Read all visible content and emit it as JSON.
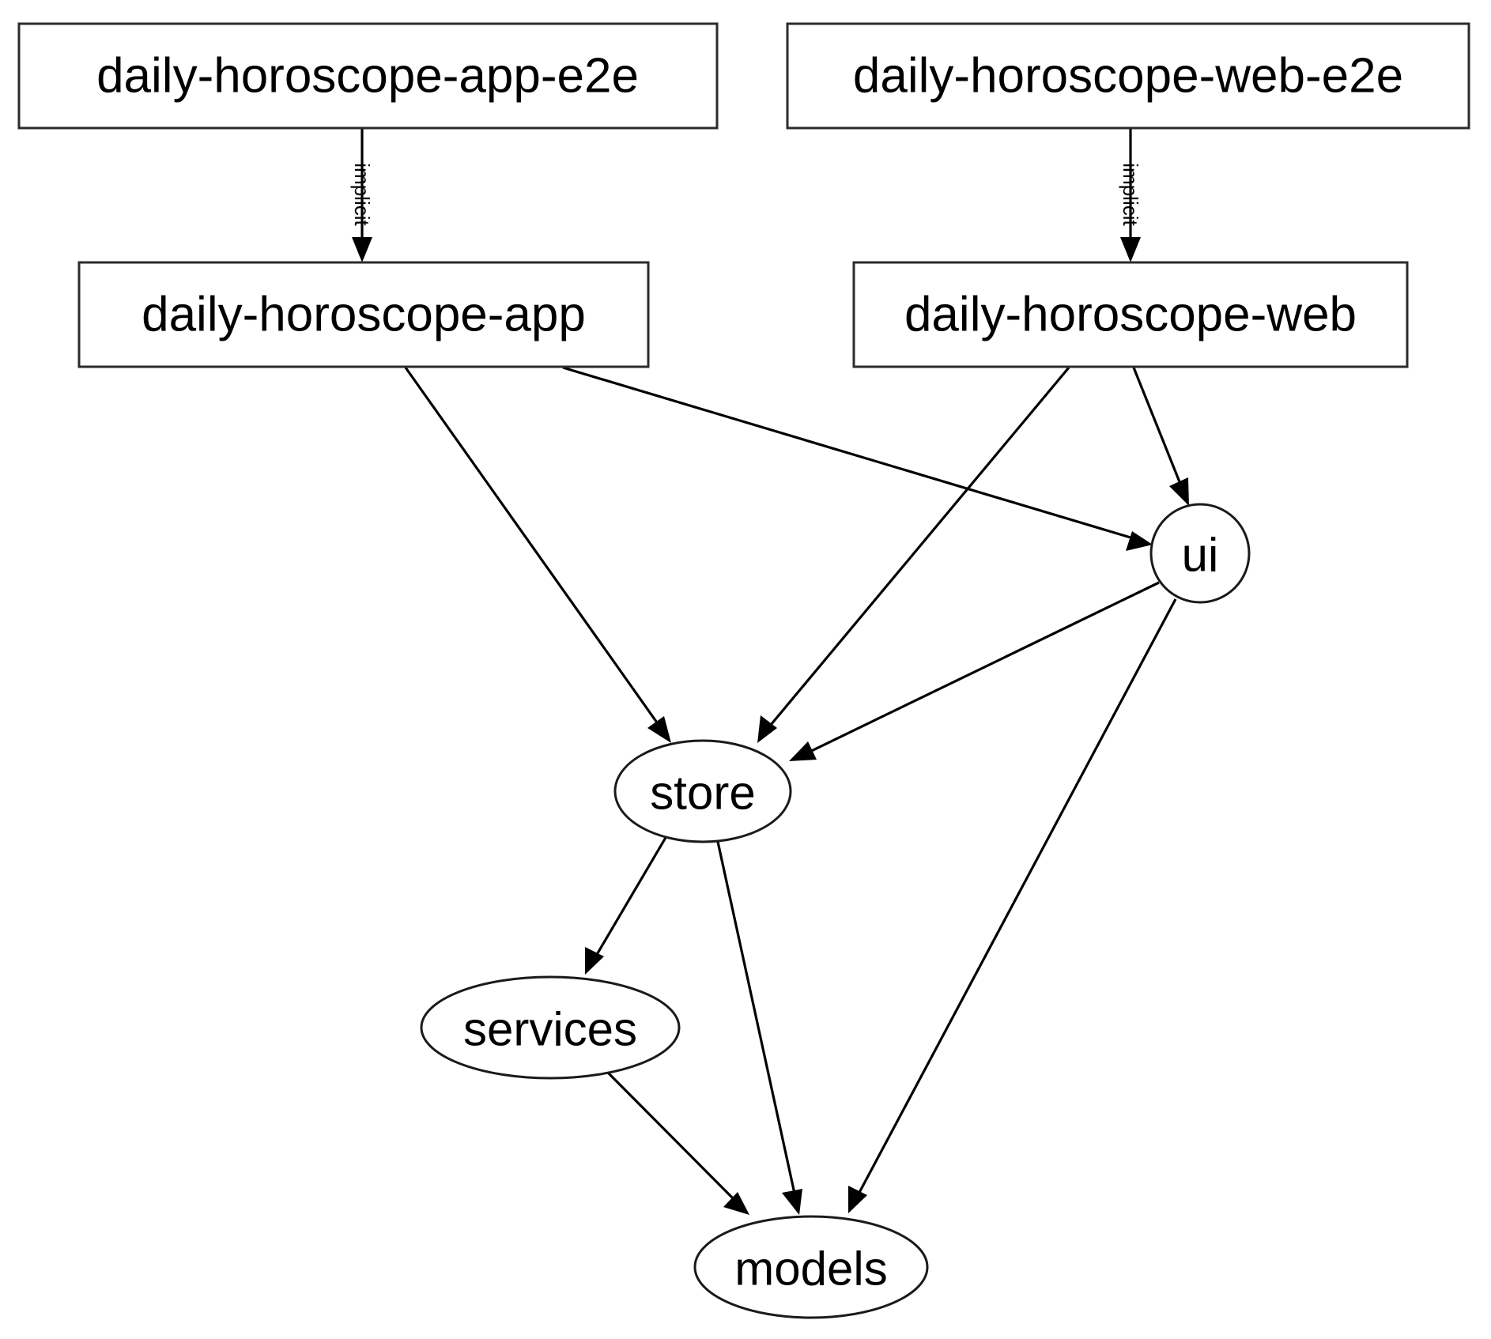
{
  "diagram": {
    "type": "dependency-graph",
    "title": "",
    "background_color": "#ffffff",
    "node_stroke_color": "#1a1a1a",
    "edge_color": "#000000",
    "node_fill_color": "#ffffff"
  },
  "nodes": [
    {
      "id": "daily-horoscope-app-e2e",
      "label": "daily-horoscope-app-e2e",
      "shape": "box"
    },
    {
      "id": "daily-horoscope-web-e2e",
      "label": "daily-horoscope-web-e2e",
      "shape": "box"
    },
    {
      "id": "daily-horoscope-app",
      "label": "daily-horoscope-app",
      "shape": "box"
    },
    {
      "id": "daily-horoscope-web",
      "label": "daily-horoscope-web",
      "shape": "box"
    },
    {
      "id": "ui",
      "label": "ui",
      "shape": "ellipse"
    },
    {
      "id": "store",
      "label": "store",
      "shape": "ellipse"
    },
    {
      "id": "services",
      "label": "services",
      "shape": "ellipse"
    },
    {
      "id": "models",
      "label": "models",
      "shape": "ellipse"
    }
  ],
  "edges": [
    {
      "from": "daily-horoscope-app-e2e",
      "to": "daily-horoscope-app",
      "label": "implicit"
    },
    {
      "from": "daily-horoscope-web-e2e",
      "to": "daily-horoscope-web",
      "label": "implicit"
    },
    {
      "from": "daily-horoscope-app",
      "to": "store",
      "label": ""
    },
    {
      "from": "daily-horoscope-app",
      "to": "ui",
      "label": ""
    },
    {
      "from": "daily-horoscope-web",
      "to": "store",
      "label": ""
    },
    {
      "from": "daily-horoscope-web",
      "to": "ui",
      "label": ""
    },
    {
      "from": "ui",
      "to": "store",
      "label": ""
    },
    {
      "from": "ui",
      "to": "models",
      "label": ""
    },
    {
      "from": "store",
      "to": "services",
      "label": ""
    },
    {
      "from": "store",
      "to": "models",
      "label": ""
    },
    {
      "from": "services",
      "to": "models",
      "label": ""
    }
  ],
  "edge_labels": {
    "app_implicit": "implicit",
    "web_implicit": "implicit"
  }
}
